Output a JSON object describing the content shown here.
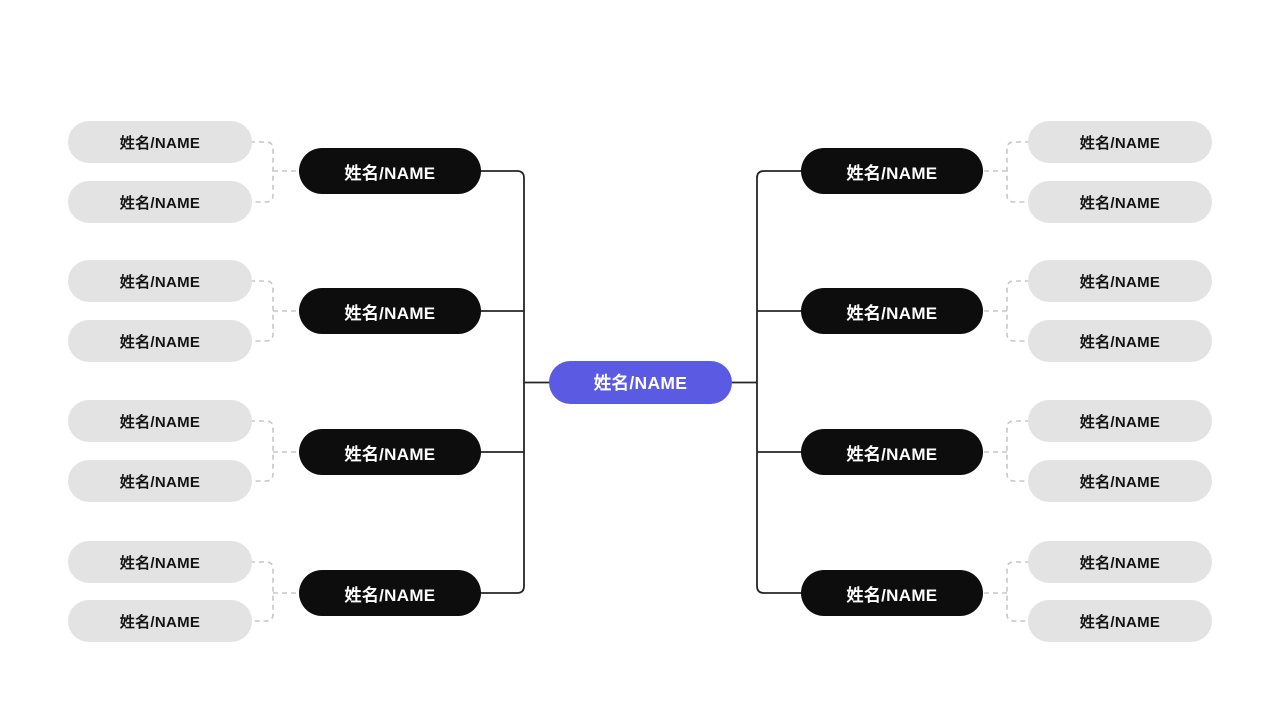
{
  "title": "family-tree-diagram",
  "colors": {
    "center_fill": "#5a5be2",
    "center_text": "#ffffff",
    "branch_fill": "#0d0d0d",
    "branch_text": "#ffffff",
    "leaf_fill": "#e3e3e3",
    "leaf_text": "#141414",
    "solid_line": "#262626",
    "dashed_line": "#c7c7c7",
    "page_bg": "#ffffff"
  },
  "center": {
    "label": "姓名/NAME"
  },
  "left": {
    "branches": [
      {
        "label": "姓名/NAME",
        "leaves": [
          {
            "label": "姓名/NAME"
          },
          {
            "label": "姓名/NAME"
          }
        ]
      },
      {
        "label": "姓名/NAME",
        "leaves": [
          {
            "label": "姓名/NAME"
          },
          {
            "label": "姓名/NAME"
          }
        ]
      },
      {
        "label": "姓名/NAME",
        "leaves": [
          {
            "label": "姓名/NAME"
          },
          {
            "label": "姓名/NAME"
          }
        ]
      },
      {
        "label": "姓名/NAME",
        "leaves": [
          {
            "label": "姓名/NAME"
          },
          {
            "label": "姓名/NAME"
          }
        ]
      }
    ]
  },
  "right": {
    "branches": [
      {
        "label": "姓名/NAME",
        "leaves": [
          {
            "label": "姓名/NAME"
          },
          {
            "label": "姓名/NAME"
          }
        ]
      },
      {
        "label": "姓名/NAME",
        "leaves": [
          {
            "label": "姓名/NAME"
          },
          {
            "label": "姓名/NAME"
          }
        ]
      },
      {
        "label": "姓名/NAME",
        "leaves": [
          {
            "label": "姓名/NAME"
          },
          {
            "label": "姓名/NAME"
          }
        ]
      },
      {
        "label": "姓名/NAME",
        "leaves": [
          {
            "label": "姓名/NAME"
          },
          {
            "label": "姓名/NAME"
          }
        ]
      }
    ]
  }
}
